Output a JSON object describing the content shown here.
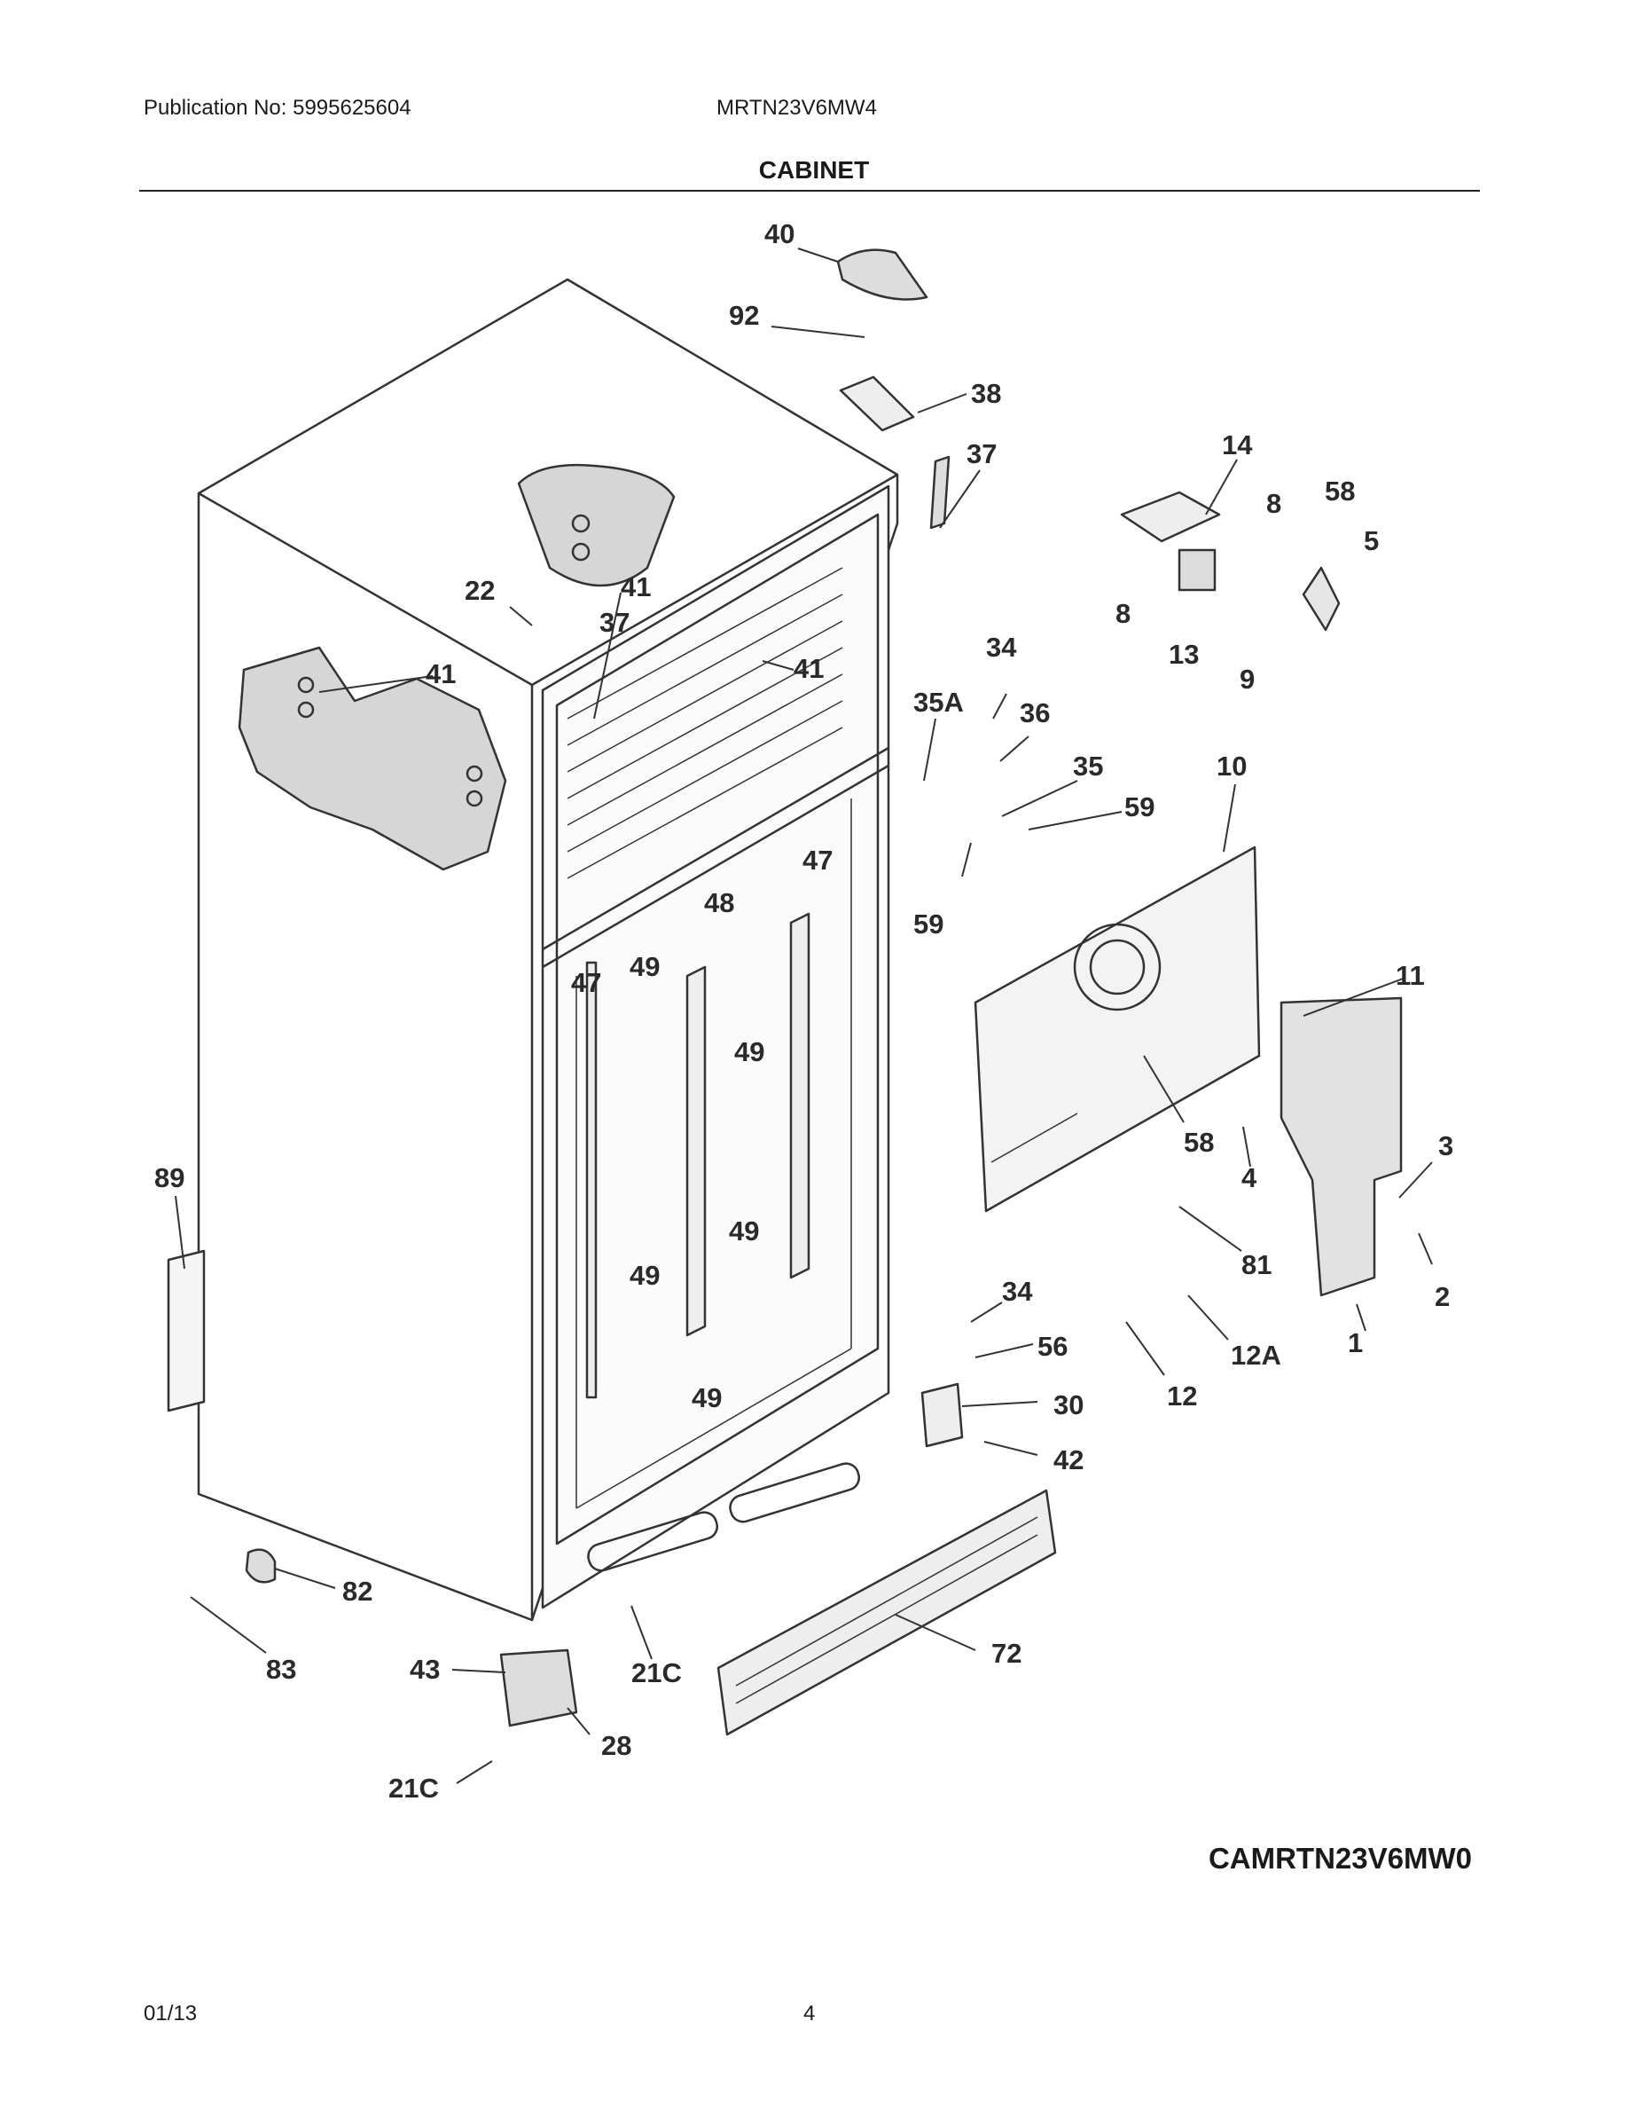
{
  "header": {
    "publication": "Publication No: 5995625604",
    "model": "MRTN23V6MW4",
    "section_title": "CABINET"
  },
  "diagram": {
    "callouts": [
      "40",
      "92",
      "38",
      "37",
      "14",
      "8",
      "58",
      "5",
      "22",
      "41",
      "37",
      "41",
      "13",
      "8",
      "9",
      "34",
      "35A",
      "36",
      "35",
      "10",
      "59",
      "41",
      "59",
      "47",
      "48",
      "47",
      "49",
      "11",
      "49",
      "58",
      "3",
      "4",
      "89",
      "49",
      "49",
      "34",
      "81",
      "2",
      "56",
      "12A",
      "1",
      "12",
      "30",
      "49",
      "42",
      "82",
      "72",
      "83",
      "43",
      "21C",
      "28",
      "21C"
    ],
    "diagram_code": "CAMRTN23V6MW0"
  },
  "footer": {
    "date": "01/13",
    "page": "4"
  }
}
